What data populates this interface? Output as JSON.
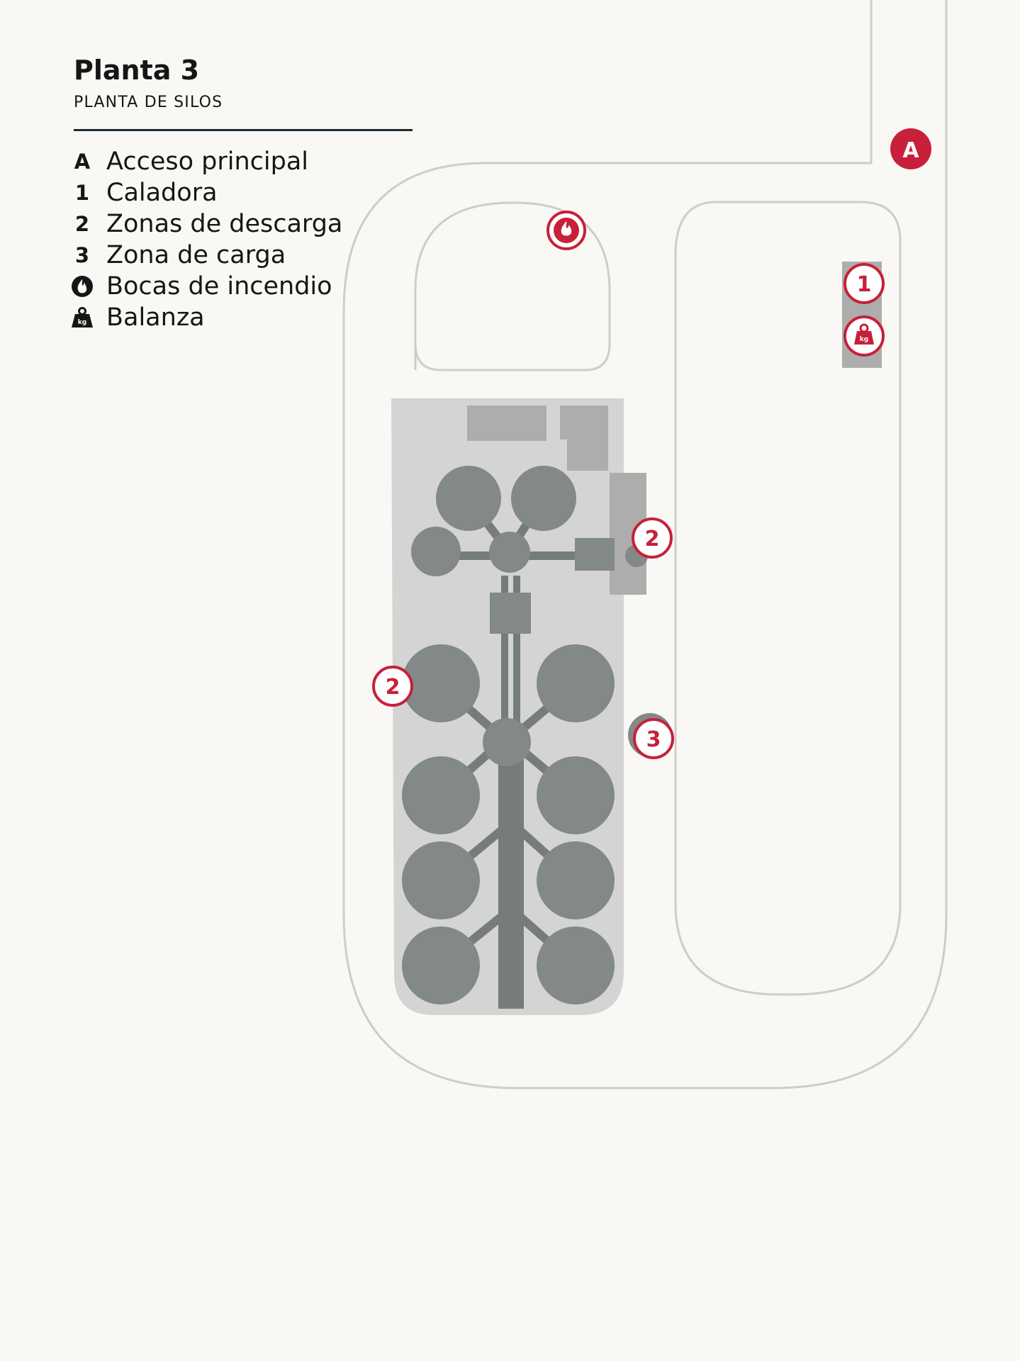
{
  "header": {
    "title": "Planta 3",
    "subtitle": "PLANTA DE SILOS"
  },
  "legend": [
    {
      "symbol": "A",
      "label": "Acceso principal",
      "icon": "letter"
    },
    {
      "symbol": "1",
      "label": "Caladora",
      "icon": "letter"
    },
    {
      "symbol": "2",
      "label": "Zonas de descarga",
      "icon": "letter"
    },
    {
      "symbol": "3",
      "label": "Zona de carga",
      "icon": "letter"
    },
    {
      "symbol": "",
      "label": "Bocas de incendio",
      "icon": "fire-hydrant-icon"
    },
    {
      "symbol": "",
      "label": "Balanza",
      "icon": "scale-icon"
    }
  ],
  "markers": {
    "access": "A",
    "caladora": "1",
    "unload_east": "2",
    "unload_west": "2",
    "load": "3",
    "scale_label": "kg"
  },
  "colors": {
    "background": "#f9f8f4",
    "road": "#cfcfcf",
    "plant_area": "#d4d4d4",
    "building": "#adadad",
    "silo": "#838888",
    "conveyor": "#6e7373",
    "accent": "#c8203a",
    "text": "#161616"
  }
}
